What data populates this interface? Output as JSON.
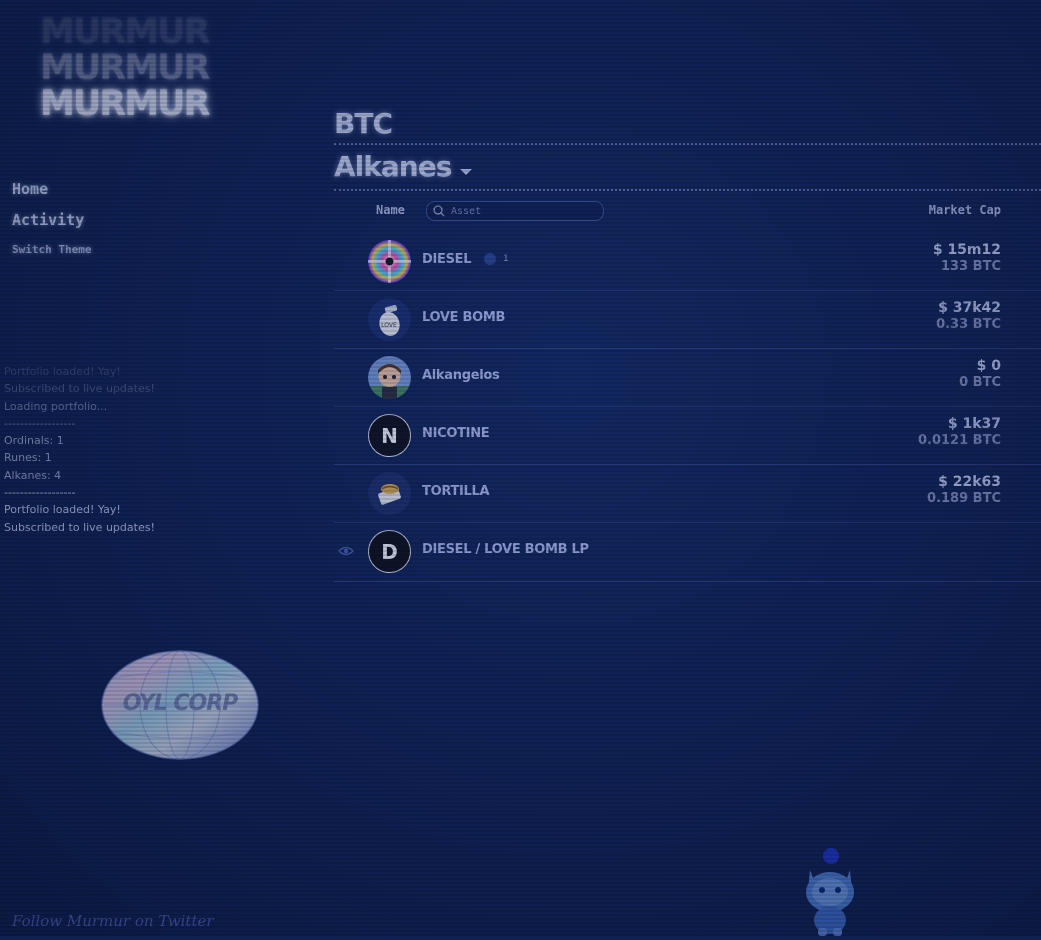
{
  "logo": {
    "line1": "MURMUR",
    "line2": "MURMUR",
    "line3": "MURMUR"
  },
  "nav": {
    "home": "Home",
    "activity": "Activity",
    "switch_theme": "Switch Theme"
  },
  "console": {
    "lines": [
      "Portfolio loaded! Yay!",
      "Subscribed to live updates!",
      "Loading portfolio...",
      "------------------",
      "Ordinals: 1",
      "Runes: 1",
      "Alkanes: 4",
      "------------------",
      "Portfolio loaded! Yay!",
      "Subscribed to live updates!"
    ]
  },
  "badge": {
    "text": "OYL CORP"
  },
  "footer": {
    "twitter_link": "Follow Murmur on Twitter"
  },
  "main": {
    "chain": "BTC",
    "category": "Alkanes"
  },
  "table": {
    "name_header": "Name",
    "search_placeholder": "Asset",
    "mcap_header": "Market Cap",
    "rows": [
      {
        "name": "DIESEL",
        "holders": "1",
        "usd": "$ 15m12",
        "btc": "133 BTC",
        "icon": "rainbow-disc-icon"
      },
      {
        "name": "LOVE BOMB",
        "usd": "$ 37k42",
        "btc": "0.33 BTC",
        "icon": "love-bomb-icon"
      },
      {
        "name": "Alkangelos",
        "usd": "$ 0",
        "btc": "0 BTC",
        "icon": "character-portrait-icon"
      },
      {
        "name": "NICOTINE",
        "usd": "$ 1k37",
        "btc": "0.0121 BTC",
        "icon": "letter-n-icon",
        "letter": "N"
      },
      {
        "name": "TORTILLA",
        "usd": "$ 22k63",
        "btc": "0.189 BTC",
        "icon": "tortilla-icon"
      },
      {
        "name": "DIESEL / LOVE BOMB LP",
        "icon": "letter-d-icon",
        "letter": "D",
        "watch_icon": "eye-icon"
      }
    ]
  },
  "colors": {
    "background": "#0f2152",
    "text": "#b8c4ea",
    "accent": "#2b438c",
    "muted": "#8996c4"
  }
}
